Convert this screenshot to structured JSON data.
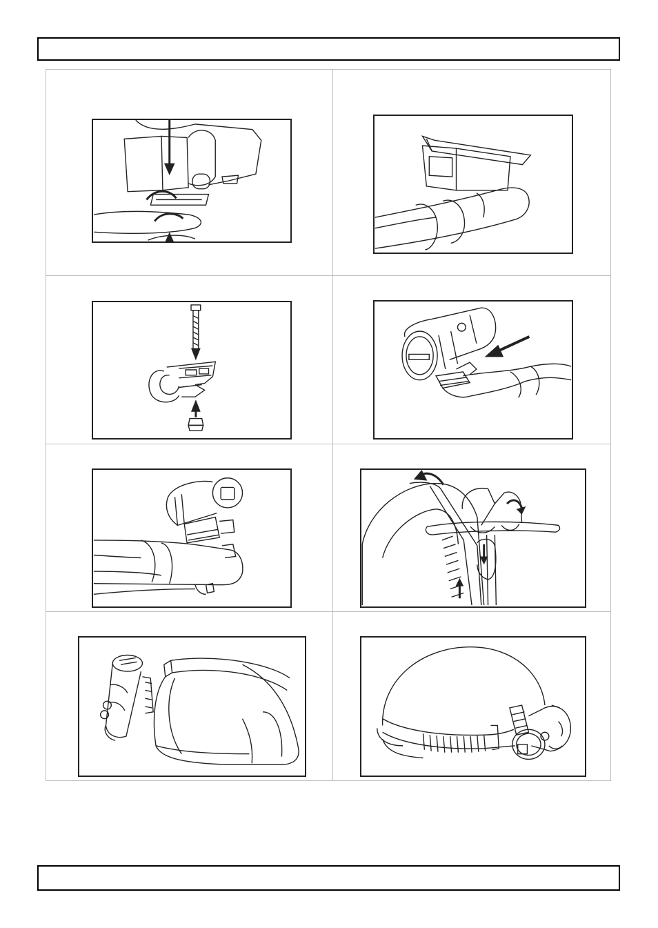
{
  "header": {
    "text": ""
  },
  "footer": {
    "text": ""
  },
  "figures": [
    {
      "id": "fig-1",
      "icon": "mount-bracket-rotate-illustration"
    },
    {
      "id": "fig-2",
      "icon": "handlebar-bracket-illustration"
    },
    {
      "id": "fig-3",
      "icon": "clamp-screw-assembly-illustration"
    },
    {
      "id": "fig-4",
      "icon": "camera-slide-onto-mount-illustration"
    },
    {
      "id": "fig-5",
      "icon": "camera-mounted-on-handlebar-illustration"
    },
    {
      "id": "fig-6",
      "icon": "helmet-strap-mount-illustration"
    },
    {
      "id": "fig-7",
      "icon": "camera-attach-to-helmet-illustration"
    },
    {
      "id": "fig-8",
      "icon": "camera-mounted-on-helmet-illustration"
    }
  ]
}
